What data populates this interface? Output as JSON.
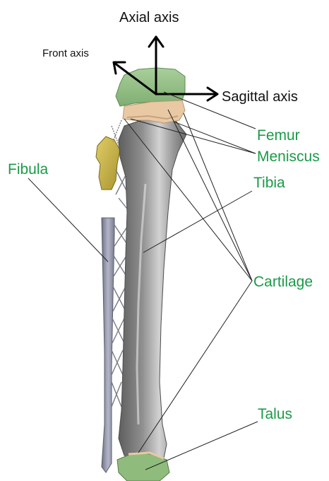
{
  "axes": {
    "axial": "Axial axis",
    "front": "Front axis",
    "sagittal": "Sagittal axis"
  },
  "labels": {
    "femur": "Femur",
    "meniscus": "Meniscus",
    "fibula": "Fibula",
    "tibia": "Tibia",
    "cartilage": "Cartilage",
    "talus": "Talus"
  },
  "colors": {
    "label_green": "#1a9a48",
    "femur": "#9cc48c",
    "meniscus_cartilage": "#e8c9a4",
    "tibia": "#a6a6a6",
    "fibula": "#9ea0b3",
    "fibula_head": "#c9b54a",
    "talus": "#8fbc7d",
    "leader_line": "#222222",
    "axis_arrow": "#000000"
  }
}
